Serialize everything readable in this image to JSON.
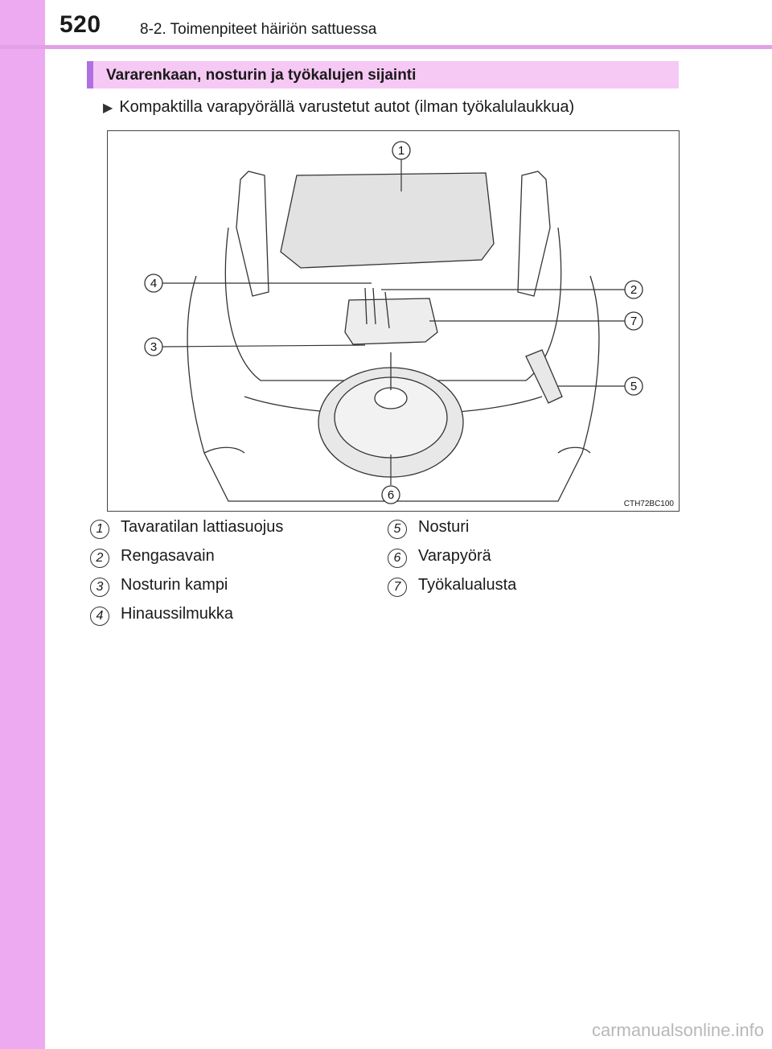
{
  "header": {
    "page_number": "520",
    "chapter": "8-2. Toimenpiteet häiriön sattuessa"
  },
  "section": {
    "title": "Vararenkaan, nosturin ja työkalujen sijainti"
  },
  "subheading": {
    "arrow": "▶",
    "text": "Kompaktilla varapyörällä varustetut autot (ilman työkalulaukkua)"
  },
  "figure": {
    "code": "CTH72BC100",
    "callouts": [
      "1",
      "2",
      "3",
      "4",
      "5",
      "6",
      "7"
    ]
  },
  "legend": [
    {
      "num": "1",
      "text": "Tavaratilan lattiasuojus"
    },
    {
      "num": "2",
      "text": "Rengasavain"
    },
    {
      "num": "3",
      "text": "Nosturin kampi"
    },
    {
      "num": "4",
      "text": "Hinaussilmukka"
    },
    {
      "num": "5",
      "text": "Nosturi"
    },
    {
      "num": "6",
      "text": "Varapyörä"
    },
    {
      "num": "7",
      "text": "Työkalualusta"
    }
  ],
  "watermark": "carmanualsonline.info"
}
